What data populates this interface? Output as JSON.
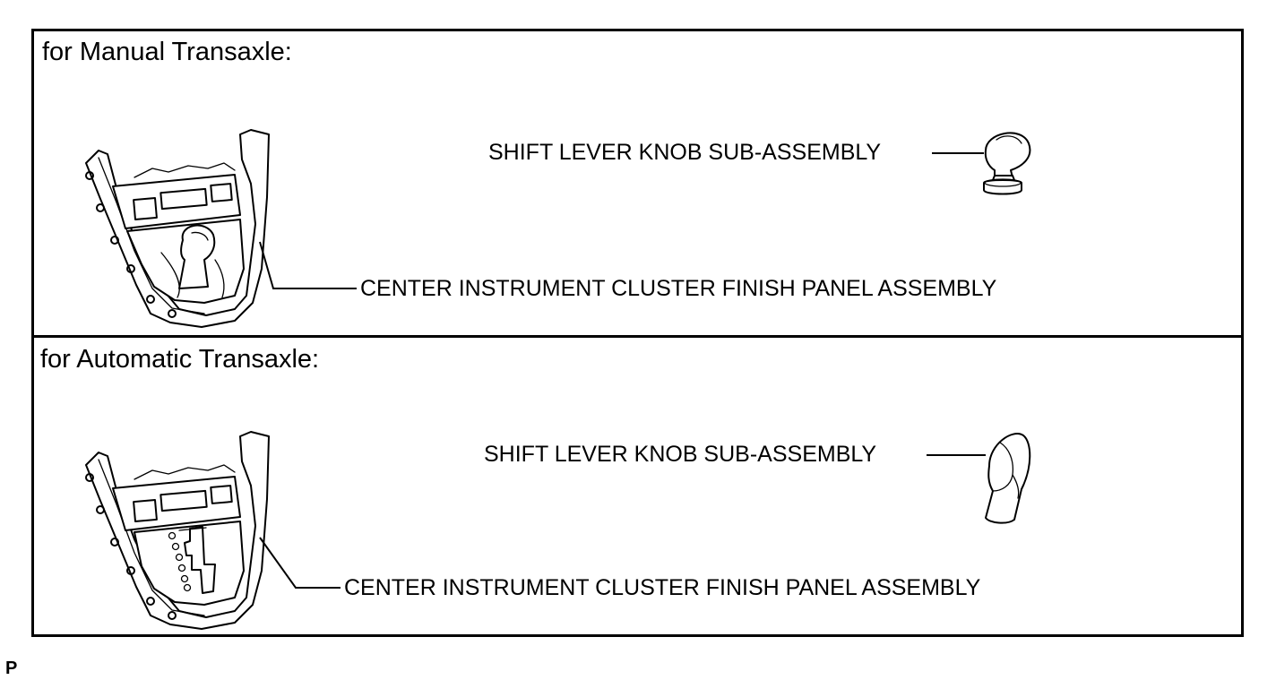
{
  "sections": [
    {
      "title": "for Manual Transaxle:",
      "knob_label": "SHIFT LEVER KNOB SUB-ASSEMBLY",
      "panel_label": "CENTER INSTRUMENT CLUSTER FINISH PANEL ASSEMBLY"
    },
    {
      "title": "for Automatic Transaxle:",
      "knob_label": "SHIFT LEVER KNOB SUB-ASSEMBLY",
      "panel_label": "CENTER INSTRUMENT CLUSTER FINISH PANEL ASSEMBLY"
    }
  ],
  "footnote": "P"
}
